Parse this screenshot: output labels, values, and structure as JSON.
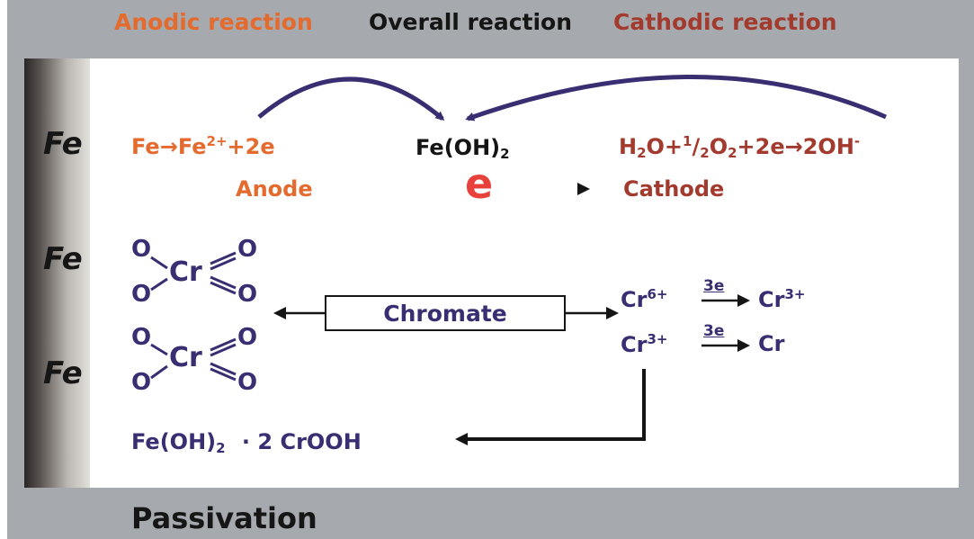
{
  "header": {
    "anodic": "Anodic reaction",
    "overall": "Overall reaction",
    "cathodic": "Cathodic reaction"
  },
  "metal_labels": [
    "Fe",
    "Fe",
    "Fe"
  ],
  "anodic_eq": {
    "lhs": "Fe",
    "rhs": "Fe",
    "charge": "2+",
    "tail": "+2e"
  },
  "overall_product": {
    "base": "Fe(OH)",
    "sub": "2"
  },
  "cathodic_eq": {
    "h2o": "H",
    "h2o_sub": "2",
    "o_plus": "O+",
    "half_num": "1",
    "half_den": "2",
    "o2": "O",
    "o2_sub": "2",
    "tail": "+2e",
    "product": "2OH",
    "product_charge": "-"
  },
  "anode_label": "Anode",
  "cathode_label": "Cathode",
  "electron": "e",
  "chromate_label": "Chromate",
  "chromate_molecule": {
    "o": "O",
    "cr": "Cr"
  },
  "reduction": {
    "r1_from": "Cr",
    "r1_from_charge": "6+",
    "r1_over": "3e",
    "r1_to": "Cr",
    "r1_to_charge": "3+",
    "r2_from": "Cr",
    "r2_from_charge": "3+",
    "r2_over": "3e",
    "r2_to": "Cr"
  },
  "passive_product": {
    "base": "Fe(OH)",
    "sub": "2",
    "rest": "· 2 CrOOH"
  },
  "footer": "Passivation",
  "colors": {
    "anodic": "#e46a2e",
    "cathodic": "#a33a2e",
    "chromium": "#3a2e72",
    "background": "#a6a9ad"
  }
}
